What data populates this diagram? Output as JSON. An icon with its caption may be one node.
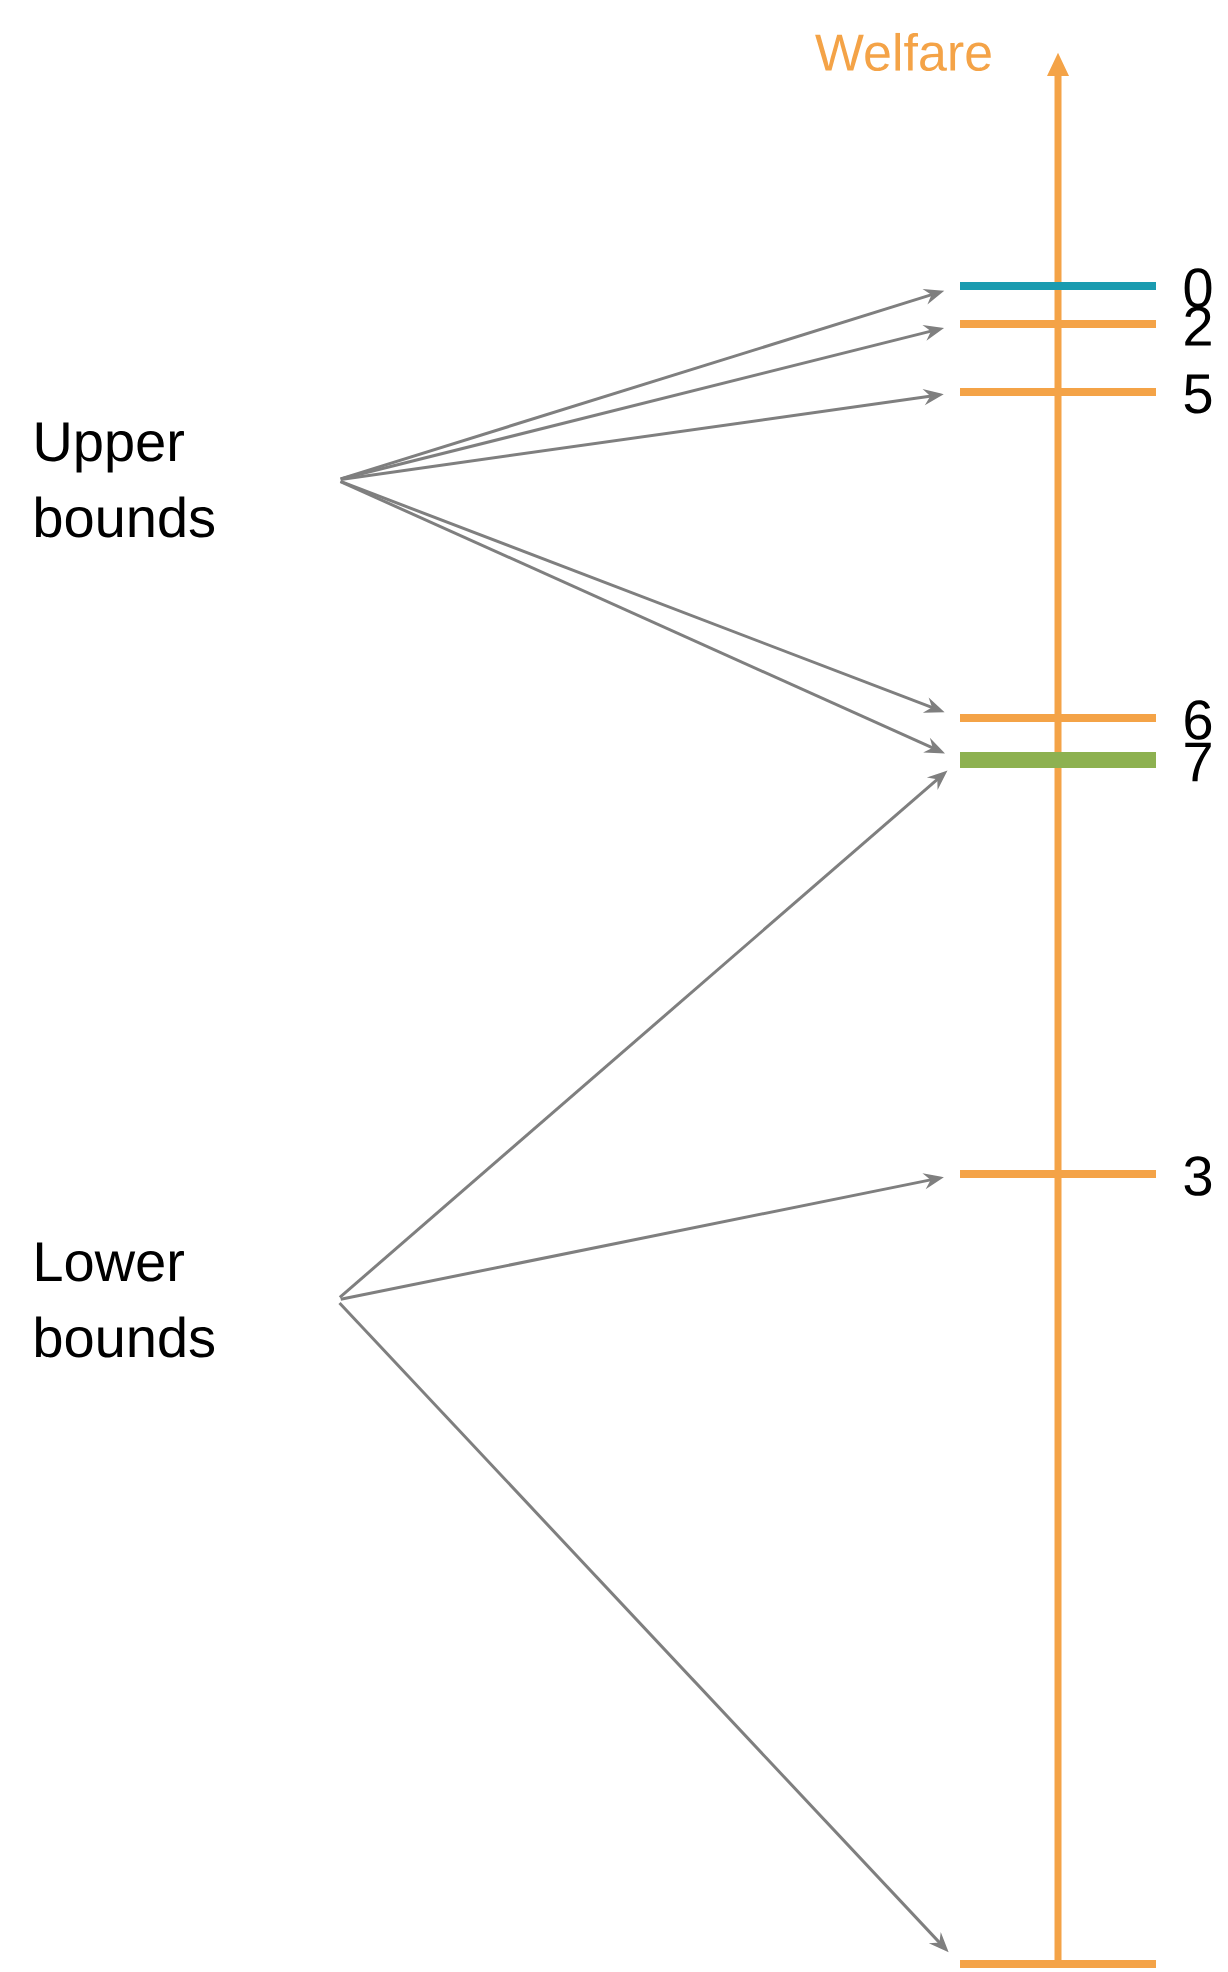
{
  "diagram": {
    "nodes": [
      {
        "text": [
          "Upper bounds"
        ]
      },
      {
        "text": [
          "Lower bounds"
        ]
      },
      {
        "text": [],
        "shape": "bar",
        "beside": [
          "0"
        ]
      },
      {
        "text": [],
        "shape": "bar",
        "beside": [
          "2"
        ]
      },
      {
        "text": [],
        "shape": "bar",
        "beside": [
          "5"
        ]
      },
      {
        "text": [],
        "shape": "bar",
        "beside": [
          "6"
        ]
      },
      {
        "text": [],
        "shape": "bar",
        "beside": [
          "7"
        ]
      },
      {
        "text": [],
        "shape": "bar",
        "beside": [
          "3"
        ]
      },
      {
        "text": [],
        "shape": "bar"
      }
    ],
    "edges": [
      {
        "from": 0,
        "to": 2,
        "arrow": "to"
      },
      {
        "from": 0,
        "to": 3,
        "arrow": "to"
      },
      {
        "from": 0,
        "to": 4,
        "arrow": "to"
      },
      {
        "from": 0,
        "to": 5,
        "arrow": "to"
      },
      {
        "from": 0,
        "to": 6,
        "arrow": "to"
      },
      {
        "from": 1,
        "to": 6,
        "arrow": "to"
      },
      {
        "from": 1,
        "to": 7,
        "arrow": "to"
      },
      {
        "from": 1,
        "to": 8,
        "arrow": "to"
      }
    ],
    "labels": [
      "Welfare"
    ]
  }
}
